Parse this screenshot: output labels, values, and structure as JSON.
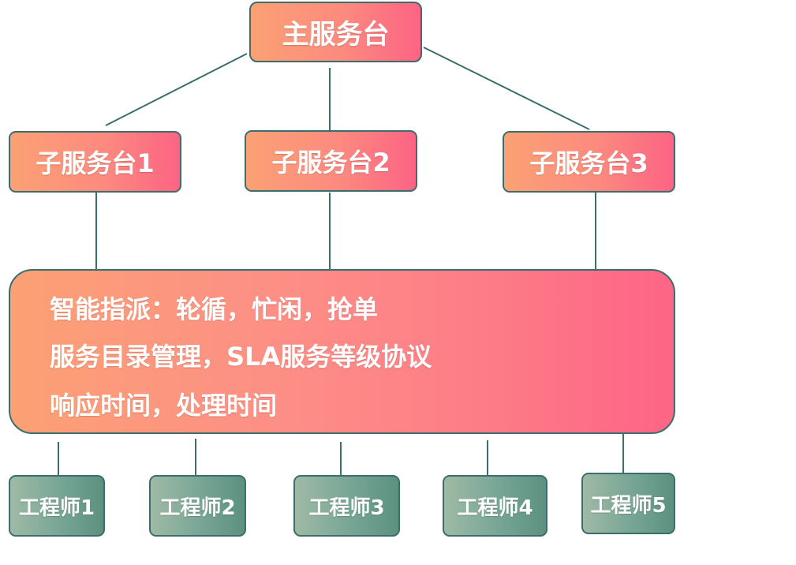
{
  "diagram": {
    "main_desk": {
      "label": "主服务台"
    },
    "sub_desks": [
      {
        "label": "子服务台1"
      },
      {
        "label": "子服务台2"
      },
      {
        "label": "子服务台3"
      }
    ],
    "dispatch_box": {
      "lines": [
        "智能指派：轮循，忙闲，抢单",
        "服务目录管理，SLA服务等级协议",
        "响应时间，处理时间"
      ]
    },
    "engineers": [
      {
        "label": "工程师1"
      },
      {
        "label": "工程师2"
      },
      {
        "label": "工程师3"
      },
      {
        "label": "工程师4"
      },
      {
        "label": "工程师5"
      }
    ],
    "colors": {
      "warm_start": "#fba174",
      "warm_end": "#fd6384",
      "cool_start": "#9fbaa4",
      "cool_end": "#5c917f",
      "border": "#3b6e6c",
      "connector": "#3b6e6c",
      "text": "#ffffff"
    }
  }
}
